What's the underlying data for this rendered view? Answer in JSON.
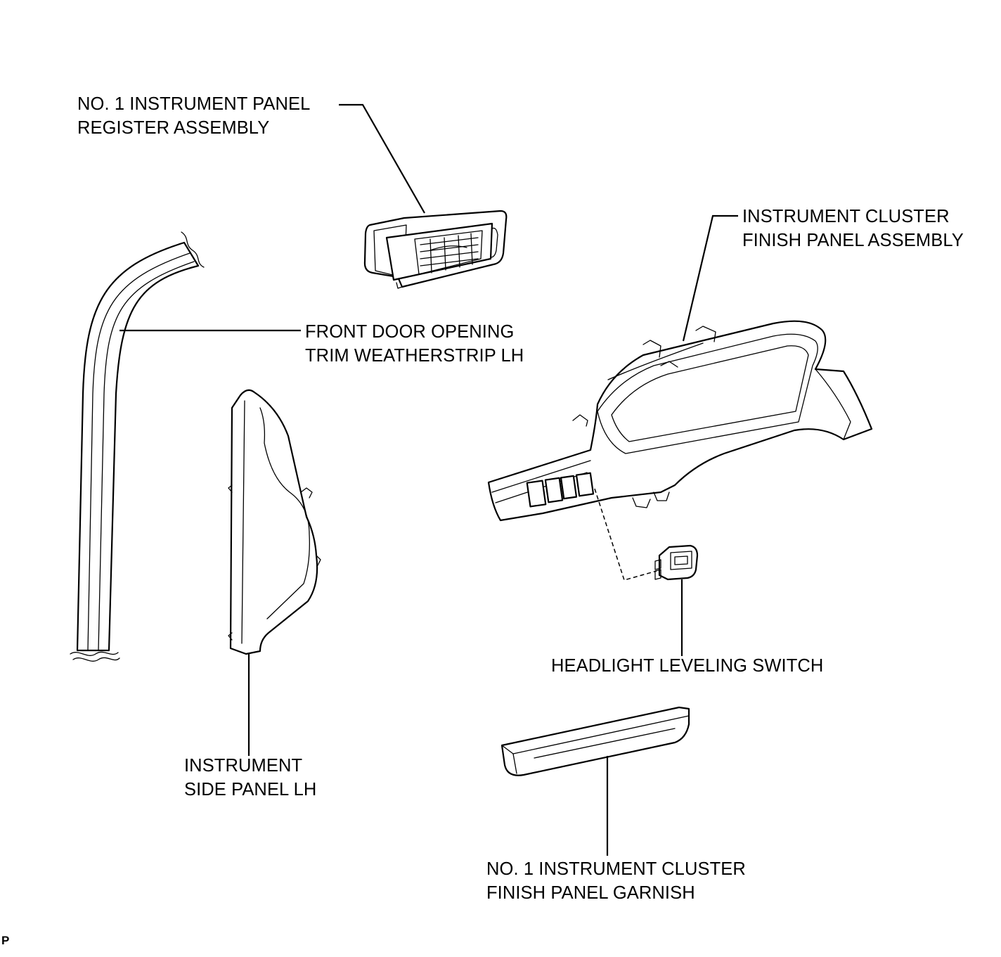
{
  "labels": {
    "register": {
      "line1": "NO. 1 INSTRUMENT PANEL",
      "line2": "REGISTER ASSEMBLY"
    },
    "cluster_panel": {
      "line1": "INSTRUMENT CLUSTER",
      "line2": "FINISH PANEL ASSEMBLY"
    },
    "weatherstrip": {
      "line1": "FRONT DOOR OPENING",
      "line2": "TRIM WEATHERSTRIP LH"
    },
    "leveling_switch": {
      "line1": "HEADLIGHT LEVELING SWITCH"
    },
    "side_panel": {
      "line1": "INSTRUMENT",
      "line2": "SIDE PANEL LH"
    },
    "garnish": {
      "line1": "NO. 1 INSTRUMENT CLUSTER",
      "line2": "FINISH PANEL GARNISH"
    }
  },
  "figure_code": "P"
}
